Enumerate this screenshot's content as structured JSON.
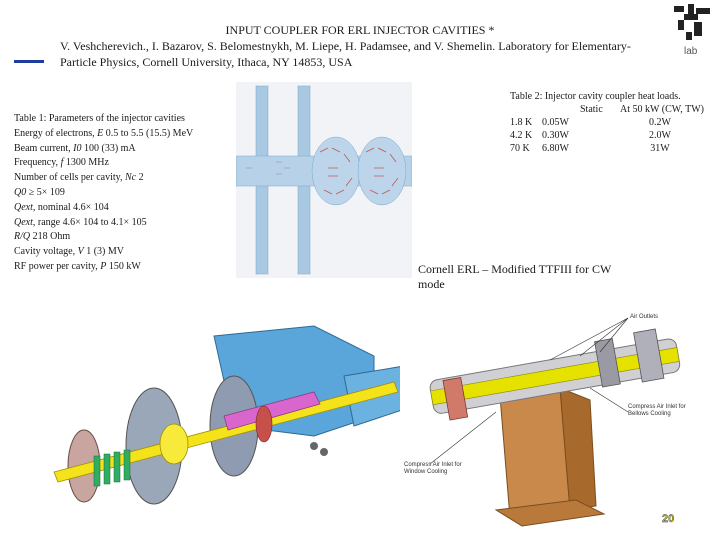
{
  "header": {
    "title": "INPUT COUPLER FOR ERL INJECTOR CAVITIES *",
    "authors": "V. Veshcherevich., I. Bazarov, S. Belomestnykh, M. Liepe, H. Padamsee, and V. Shemelin. Laboratory for Elementary-Particle Physics, Cornell University, Ithaca, NY 14853, USA",
    "logo_text": "lab",
    "accent_color": "#1f3e9c"
  },
  "table1": {
    "caption": "Table 1: Parameters of the injector cavities",
    "rows": [
      {
        "name": "Energy of electrons, ",
        "sym": "E",
        "value": " 0.5 to 5.5 (15.5) MeV"
      },
      {
        "name": "Beam current, ",
        "sym": "I0",
        "value": " 100 (33) mA"
      },
      {
        "name": "Frequency, ",
        "sym": "f",
        "value": " 1300 MHz"
      },
      {
        "name": "Number of cells per cavity, ",
        "sym": "Nc",
        "value": " 2"
      },
      {
        "name": "",
        "sym": "Q0",
        "value": " ≥ 5× 109"
      },
      {
        "name": "",
        "sym": "Qext",
        "value": ", nominal 4.6× 104"
      },
      {
        "name": "",
        "sym": "Qext",
        "value": ", range 4.6× 104 to 4.1× 105"
      },
      {
        "name": "",
        "sym": "R/Q",
        "value": " 218 Ohm"
      },
      {
        "name": "Cavity voltage, ",
        "sym": "V",
        "value": " 1 (3) MV"
      },
      {
        "name": "RF power per cavity, ",
        "sym": "P",
        "value": " 150 kW"
      }
    ]
  },
  "table2": {
    "caption": "Table 2: Injector cavity coupler heat loads.",
    "col_static": "Static",
    "col_50kw": "At 50 kW (CW, TW)",
    "rows": [
      {
        "temp": "1.8 K",
        "static": "0.05W",
        "kw50": "0.2W"
      },
      {
        "temp": "4.2 K",
        "static": "0.30W",
        "kw50": "2.0W"
      },
      {
        "temp": "70 K",
        "static": "6.80W",
        "kw50": "31W"
      }
    ]
  },
  "erl_caption": "Cornell ERL – Modified TTFIII for CW mode",
  "callouts": {
    "air_outlets": "Air Outlets",
    "bellows": "Compress Air Inlet for Bellows Cooling",
    "window": "Compress Air Inlet for Window Cooling"
  },
  "page_number": "20"
}
